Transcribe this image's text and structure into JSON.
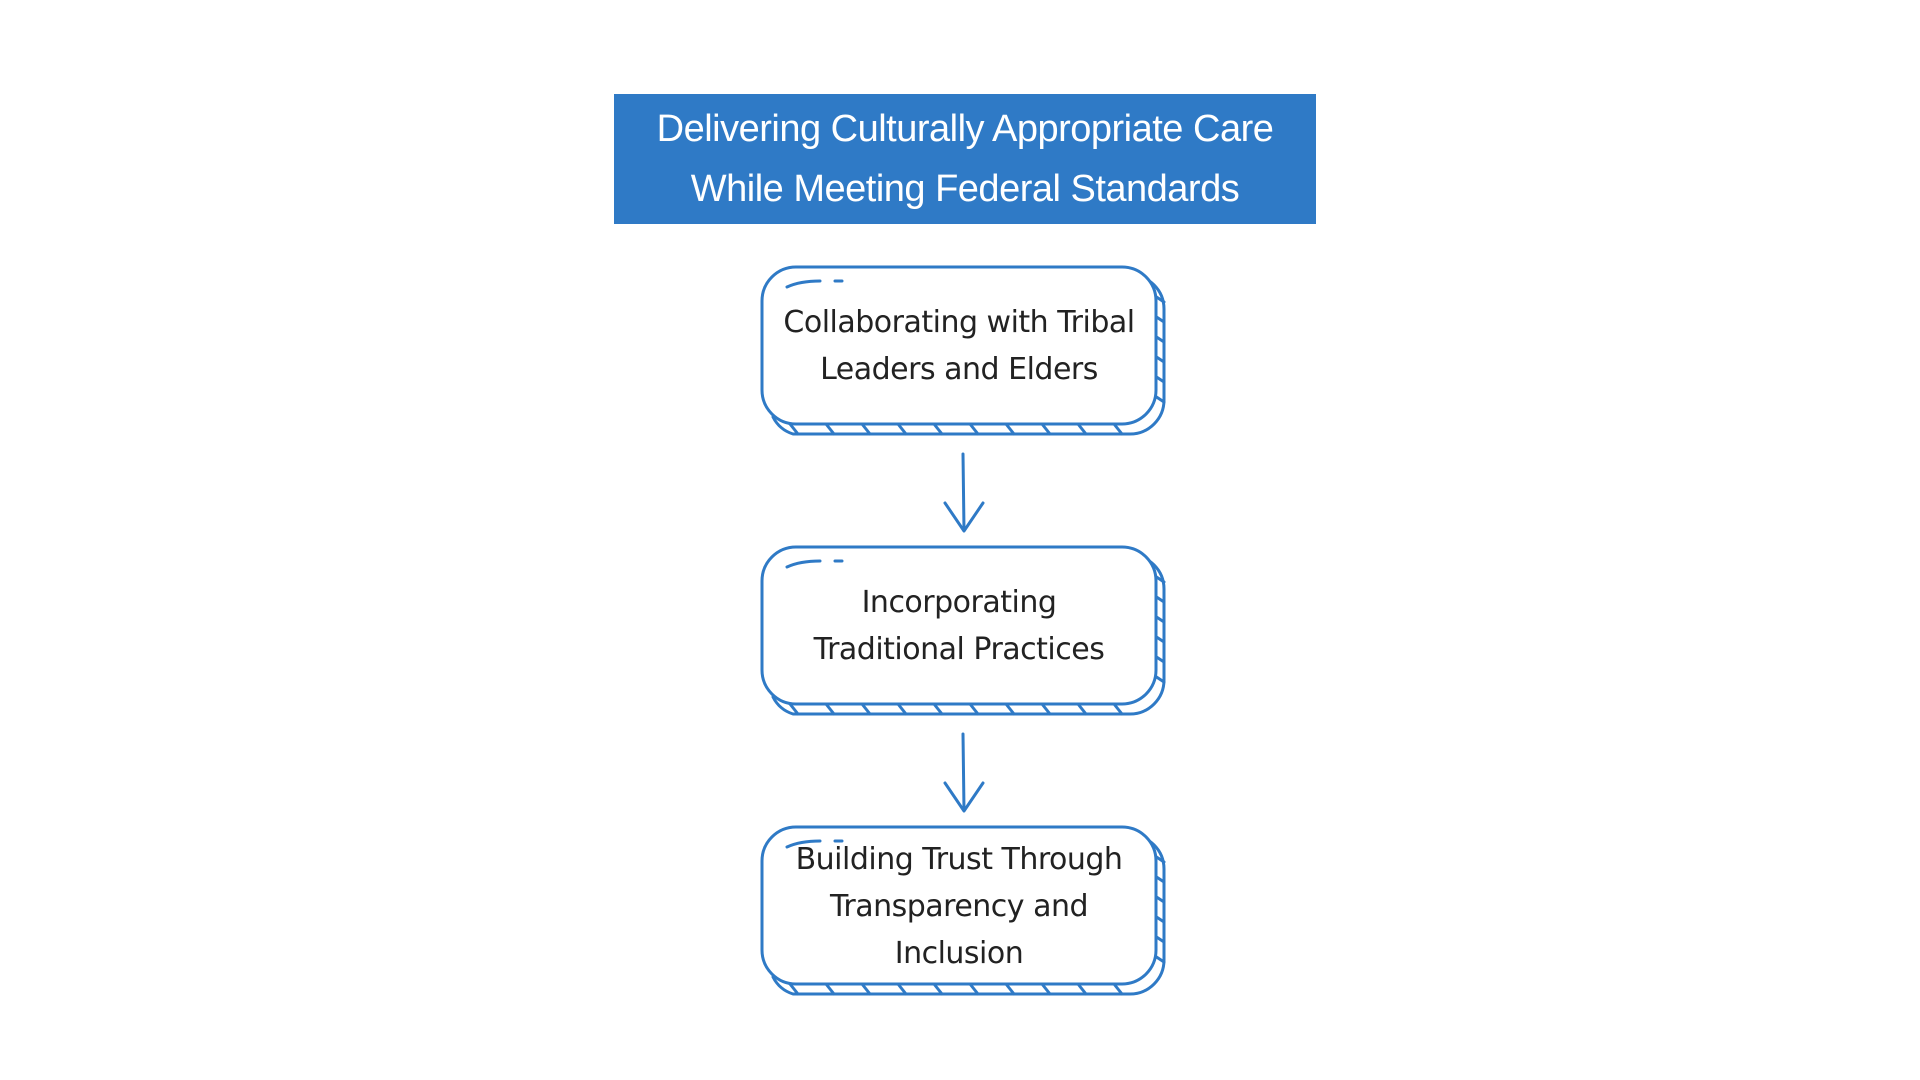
{
  "diagram": {
    "title": {
      "line1": "Delivering Culturally Appropriate Care",
      "line2": "While Meeting Federal Standards"
    },
    "nodes": [
      {
        "line1": "Collaborating with Tribal",
        "line2": "Leaders and Elders"
      },
      {
        "line1": "Incorporating",
        "line2": "Traditional Practices"
      },
      {
        "line1": "Building Trust Through",
        "line2": "Transparency and Inclusion"
      }
    ],
    "colors": {
      "accent": "#2f7ac6",
      "text": "#222222",
      "background": "#ffffff"
    }
  }
}
